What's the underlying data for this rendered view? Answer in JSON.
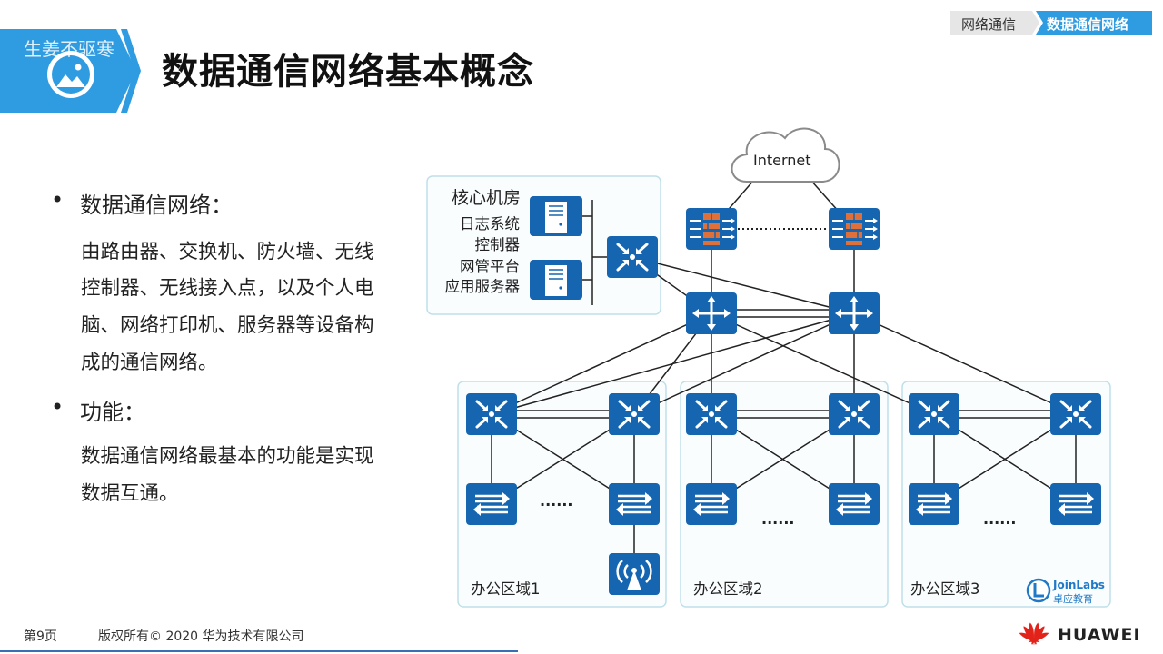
{
  "header": {
    "watermark": "生姜不驱寒",
    "title": "数据通信网络基本概念",
    "breadcrumb": [
      "网络通信",
      "数据通信网络"
    ]
  },
  "bullets": [
    {
      "title": "数据通信网络：",
      "lines": [
        "由路由器、交换机、防火墙、无线",
        "控制器、无线接入点，以及个人电",
        "脑、网络打印机、服务器等设备构",
        "成的通信网络。"
      ]
    },
    {
      "title": "功能：",
      "lines": [
        "数据通信网络最基本的功能是实现",
        "数据互通。"
      ]
    }
  ],
  "diagram": {
    "cloud_label": "Internet",
    "core_room": {
      "title": "核心机房",
      "server1": [
        "日志系统",
        "控制器"
      ],
      "server2": [
        "网管平台",
        "应用服务器"
      ]
    },
    "areas": [
      "办公区域1",
      "办公区域2",
      "办公区域3"
    ],
    "ellipsis": "......",
    "brand": {
      "name": "JoinLabs",
      "sub": "卓应教育"
    },
    "colors": {
      "device": "#1565b0",
      "firewall": "#e0703a",
      "area_border": "#bfe0ea"
    }
  },
  "footer": {
    "page": "第9页",
    "copyright": "版权所有© 2020 华为技术有限公司",
    "logo": "HUAWEI"
  }
}
